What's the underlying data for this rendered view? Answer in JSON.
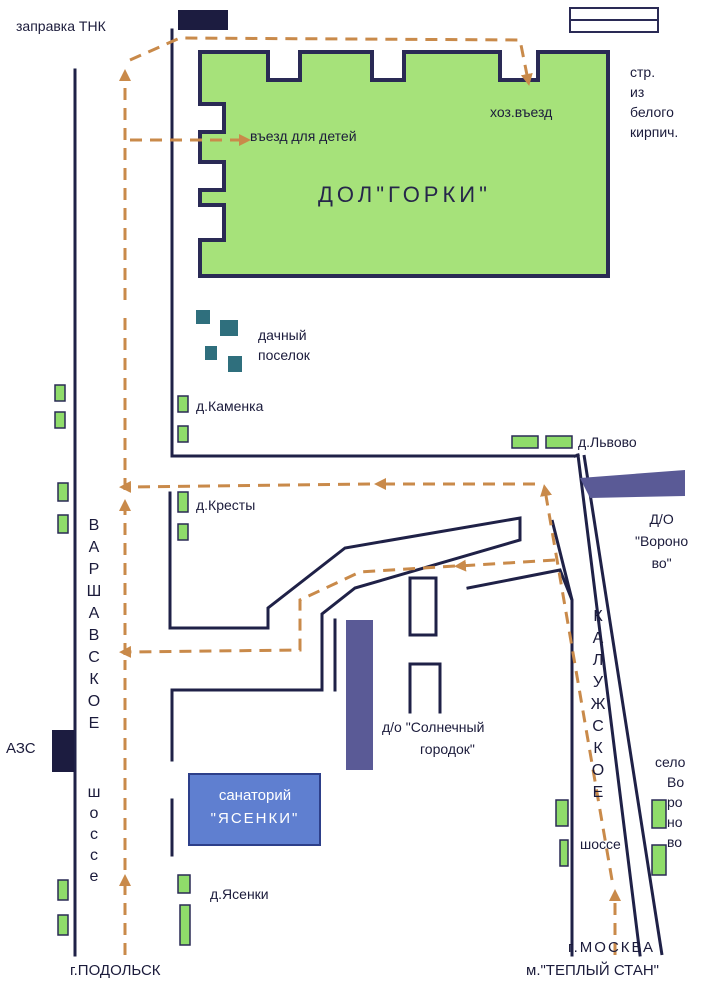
{
  "labels": {
    "gas_tnk": "заправка  ТНК",
    "brick_building": [
      "стр.",
      "из",
      "белого",
      "кирпич."
    ],
    "service_entrance": "хоз.въезд",
    "children_entrance": "въезд для детей",
    "camp_name": "ДОЛ\"ГОРКИ\"",
    "dacha_village": [
      "дачный",
      "поселок"
    ],
    "kamenka": "д.Каменка",
    "lvovo": "д.Львово",
    "kresty": "д.Кресты",
    "voronovo_resort": [
      "Д/О",
      "\"Вороно",
      "во\""
    ],
    "solnechny": [
      "д/о \"Солнечный",
      "городок\""
    ],
    "sanatorium": [
      "санаторий",
      "\"ЯСЕНКИ\""
    ],
    "yasenki": "д.Ясенки",
    "village_voronovo": [
      "село",
      "Во",
      "ро",
      "но",
      "во"
    ],
    "azs": "АЗС",
    "podolsk": "г.ПОДОЛЬСК",
    "moscow": "г.МОСКВА",
    "teply_stan": "м.\"ТЕПЛЫЙ СТАН\"",
    "varshavskoe": [
      "В",
      "А",
      "Р",
      "Ш",
      "А",
      "В",
      "С",
      "К",
      "О",
      "Е"
    ],
    "varshavskoe_shosse": [
      "ш",
      "о",
      "с",
      "с",
      "е"
    ],
    "kaluzhskoe": [
      "К",
      "А",
      "Л",
      "У",
      "Ж",
      "С",
      "К",
      "О",
      "Е"
    ],
    "kaluzhskoe_shosse": "шоссе"
  },
  "colors": {
    "camp_fill": "#a6e27a",
    "camp_border": "#2a2a55",
    "road": "#1f2147",
    "route": "#c98a4a",
    "house_green": "#8fdc6a",
    "dacha_house": "#2f6f7d",
    "resort_building": "#5a5a96",
    "sanatorium_fill": "#5f7fd0"
  }
}
